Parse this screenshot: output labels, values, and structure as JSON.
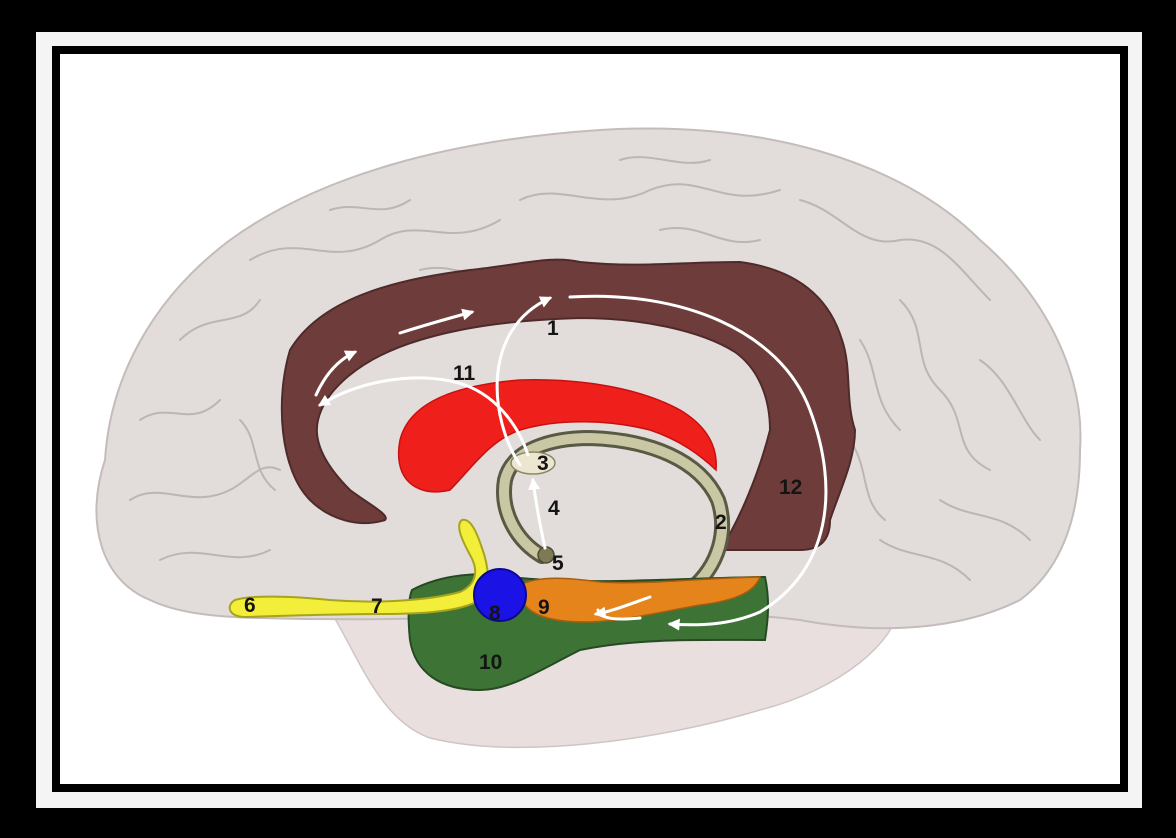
{
  "diagram": {
    "labels": [
      {
        "key": "cingulate",
        "text": "1"
      },
      {
        "key": "fornix",
        "text": "2"
      },
      {
        "key": "anterior-thalamus",
        "text": "3"
      },
      {
        "key": "mammillothalamic-tract",
        "text": "4"
      },
      {
        "key": "mammillary-body",
        "text": "5"
      },
      {
        "key": "olfactory-bulb",
        "text": "6"
      },
      {
        "key": "olfactory-tract",
        "text": "7"
      },
      {
        "key": "amygdala",
        "text": "8"
      },
      {
        "key": "hippocampus",
        "text": "9"
      },
      {
        "key": "parahippocampal-gyrus",
        "text": "10"
      },
      {
        "key": "corpus-callosum",
        "text": "11"
      },
      {
        "key": "cingulum",
        "text": "12"
      }
    ],
    "colors": {
      "frame_outer": "#000000",
      "frame_inner": "#f2f2f2",
      "background": "#ffffff",
      "brain": "#e2dcdb",
      "brainstem": "#e7dedd",
      "cingulate": "#6e3d3b",
      "corpus_callosum": "#ef1f1c",
      "fornix": "#c9c7a4",
      "olfactory": "#f3ee3a",
      "amygdala": "#1b12e6",
      "hippocampus": "#e5841a",
      "parahippocampal": "#3d7436",
      "arrows": "#ffffff"
    }
  }
}
